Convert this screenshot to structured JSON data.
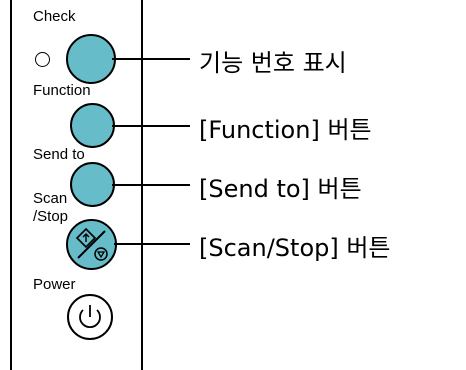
{
  "panel": {
    "check_label": "Check",
    "function_label": "Function",
    "send_to_label": "Send to",
    "scan_label": "Scan",
    "stop_label": "/Stop",
    "power_label": "Power"
  },
  "callouts": {
    "function_number": "기능 번호 표시",
    "function_button": "[Function] 버튼",
    "send_to_button": "[Send to] 버튼",
    "scan_stop_button": "[Scan/Stop] 버튼"
  },
  "colors": {
    "button_fill": "#66bcc8",
    "outline": "#000000"
  },
  "icons": [
    "check-lamp-icon",
    "scan-stop-icon",
    "power-icon"
  ]
}
